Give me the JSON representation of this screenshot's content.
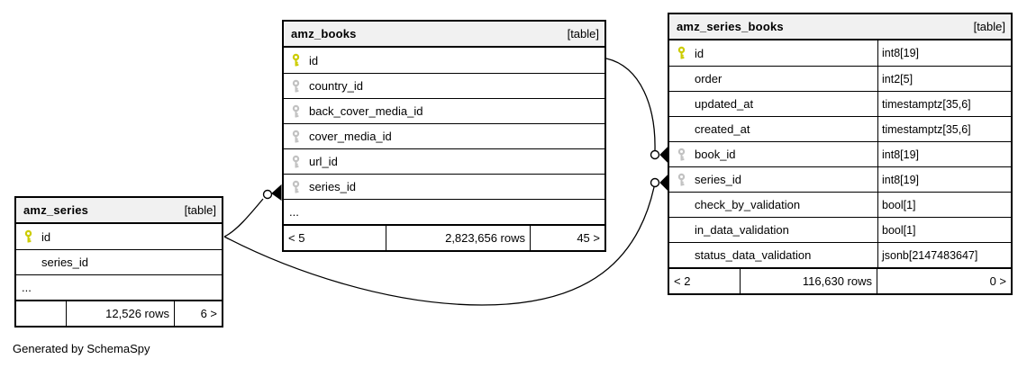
{
  "diagram": {
    "credit": "Generated by SchemaSpy"
  },
  "colors": {
    "pk_key": "#cccc00",
    "fk_key": "#c2c2c2",
    "header_bg": "#f1f1f1"
  },
  "tables": [
    {
      "name": "amz_series",
      "badge": "[table]",
      "columns": [
        {
          "name": "id",
          "key": "primary"
        },
        {
          "name": "series_id",
          "key": "none"
        },
        {
          "name": "...",
          "key": "none"
        }
      ],
      "footer": {
        "left": "",
        "center": "12,526 rows",
        "right": "6 >"
      }
    },
    {
      "name": "amz_books",
      "badge": "[table]",
      "columns": [
        {
          "name": "id",
          "key": "primary"
        },
        {
          "name": "country_id",
          "key": "foreign"
        },
        {
          "name": "back_cover_media_id",
          "key": "foreign"
        },
        {
          "name": "cover_media_id",
          "key": "foreign"
        },
        {
          "name": "url_id",
          "key": "foreign"
        },
        {
          "name": "series_id",
          "key": "foreign"
        },
        {
          "name": "...",
          "key": "none"
        }
      ],
      "footer": {
        "left": "< 5",
        "center": "2,823,656 rows",
        "right": "45 >"
      }
    },
    {
      "name": "amz_series_books",
      "badge": "[table]",
      "columns": [
        {
          "name": "id",
          "type": "int8[19]",
          "key": "primary"
        },
        {
          "name": "order",
          "type": "int2[5]",
          "key": "none"
        },
        {
          "name": "updated_at",
          "type": "timestamptz[35,6]",
          "key": "none"
        },
        {
          "name": "created_at",
          "type": "timestamptz[35,6]",
          "key": "none"
        },
        {
          "name": "book_id",
          "type": "int8[19]",
          "key": "foreign"
        },
        {
          "name": "series_id",
          "type": "int8[19]",
          "key": "foreign"
        },
        {
          "name": "check_by_validation",
          "type": "bool[1]",
          "key": "none"
        },
        {
          "name": "in_data_validation",
          "type": "bool[1]",
          "key": "none"
        },
        {
          "name": "status_data_validation",
          "type": "jsonb[2147483647]",
          "key": "none"
        }
      ],
      "footer": {
        "left": "< 2",
        "center": "116,630 rows",
        "right": "0 >"
      }
    }
  ],
  "relationships": [
    {
      "from": "amz_books.series_id",
      "to": "amz_series.id"
    },
    {
      "from": "amz_series_books.book_id",
      "to": "amz_books.id"
    },
    {
      "from": "amz_series_books.series_id",
      "to": "amz_series.id"
    }
  ]
}
